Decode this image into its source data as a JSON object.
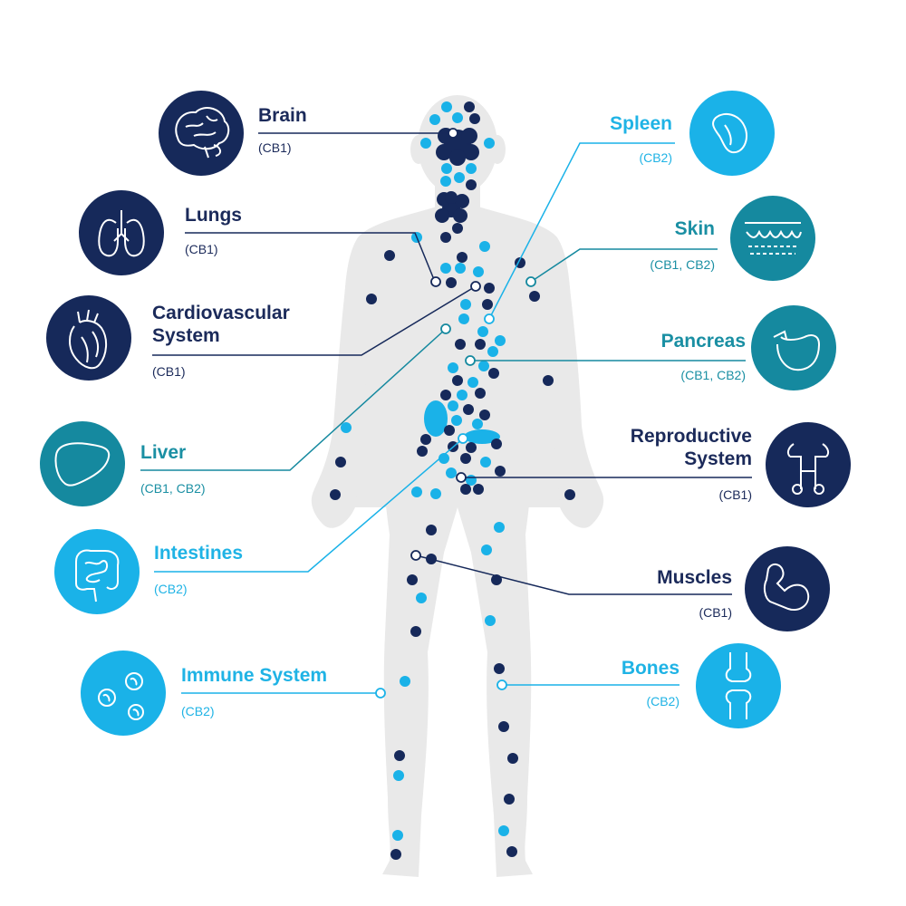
{
  "colors": {
    "navy": "#16295a",
    "sky": "#1ab2e8",
    "teal": "#15899f",
    "body": "#e9e9e9",
    "white": "#ffffff"
  },
  "systems": [
    {
      "id": "brain",
      "name": "Brain",
      "receptors": "(CB1)",
      "color": "navy",
      "icon": "brain-icon"
    },
    {
      "id": "lungs",
      "name": "Lungs",
      "receptors": "(CB1)",
      "color": "navy",
      "icon": "lungs-icon"
    },
    {
      "id": "cardiovascular",
      "name": [
        "Cardiovascular",
        "System"
      ],
      "receptors": "(CB1)",
      "color": "navy",
      "icon": "heart-icon"
    },
    {
      "id": "liver",
      "name": "Liver",
      "receptors": "(CB1, CB2)",
      "color": "teal",
      "icon": "liver-icon"
    },
    {
      "id": "intestines",
      "name": "Intestines",
      "receptors": "(CB2)",
      "color": "sky",
      "icon": "intestines-icon"
    },
    {
      "id": "immune",
      "name": "Immune System",
      "receptors": "(CB2)",
      "color": "sky",
      "icon": "immune-cells-icon"
    },
    {
      "id": "spleen",
      "name": "Spleen",
      "receptors": "(CB2)",
      "color": "sky",
      "icon": "spleen-icon"
    },
    {
      "id": "skin",
      "name": "Skin",
      "receptors": "(CB1, CB2)",
      "color": "teal",
      "icon": "skin-icon"
    },
    {
      "id": "pancreas",
      "name": "Pancreas",
      "receptors": "(CB1, CB2)",
      "color": "teal",
      "icon": "pancreas-icon"
    },
    {
      "id": "reproductive",
      "name": [
        "Reproductive",
        "System"
      ],
      "receptors": "(CB1)",
      "color": "navy",
      "icon": "reproductive-icon"
    },
    {
      "id": "muscles",
      "name": "Muscles",
      "receptors": "(CB1)",
      "color": "navy",
      "icon": "muscle-icon"
    },
    {
      "id": "bones",
      "name": "Bones",
      "receptors": "(CB2)",
      "color": "sky",
      "icon": "bone-joint-icon"
    }
  ]
}
